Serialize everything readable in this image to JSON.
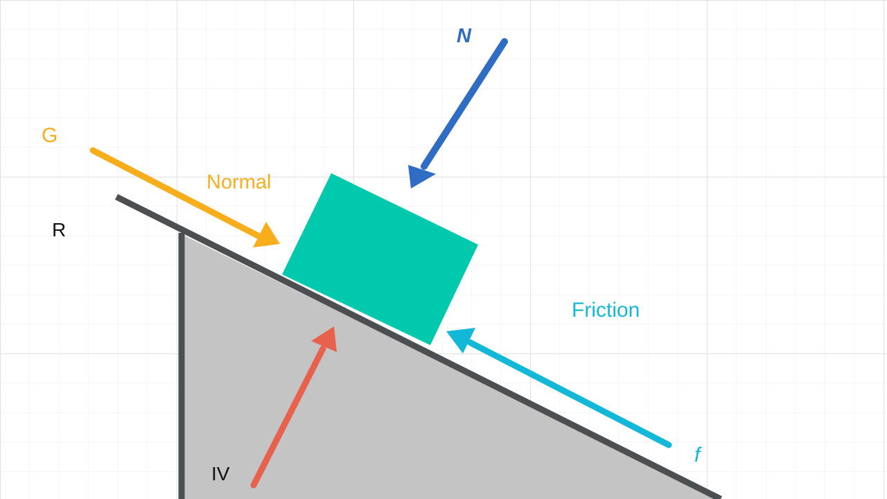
{
  "labels": {
    "g": "G",
    "normal": "Normal",
    "r": "R",
    "n": "N",
    "friction": "Friction",
    "f": "f",
    "iv": "IV"
  },
  "colors": {
    "background": "#ffffff",
    "grid_minor": "#ececec",
    "grid_major": "#d7d7d7",
    "incline_fill": "#c4c4c4",
    "incline_edge": "#4b4f52",
    "block": "#00c9ad",
    "gravity_arrow": "#f7ad1c",
    "normal_arrow": "#2f6cc3",
    "friction_arrow": "#13b7d8",
    "red_arrow": "#e8614d",
    "label_dark": "#111111"
  },
  "icons": {
    "gravity": "arrow-icon",
    "normal": "arrow-icon",
    "friction": "arrow-icon",
    "red": "arrow-icon"
  }
}
